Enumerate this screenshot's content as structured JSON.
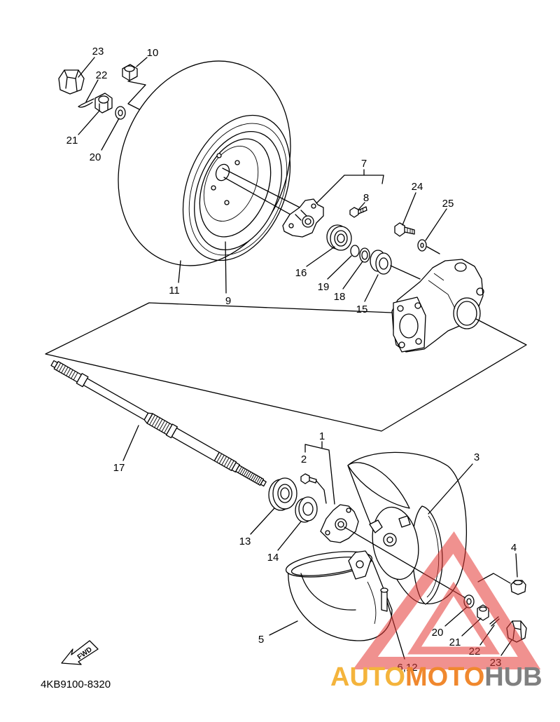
{
  "diagram": {
    "code": "4KB9100-8320",
    "fwd": "FWD"
  },
  "callouts": {
    "top": {
      "c23": "23",
      "c10": "10",
      "c22": "22",
      "c21": "21",
      "c20": "20",
      "c7": "7",
      "c8": "8",
      "c24": "24",
      "c25": "25",
      "c16": "16",
      "c19": "19",
      "c18": "18",
      "c15": "15",
      "c11": "11",
      "c9": "9"
    },
    "bottom": {
      "c1": "1",
      "c2": "2",
      "c3": "3",
      "c17": "17",
      "c13": "13",
      "c14": "14",
      "c4": "4",
      "c20": "20",
      "c21": "21",
      "c22": "22",
      "c23": "23",
      "c5": "5",
      "c6_12": "6,12"
    }
  },
  "watermark": {
    "part1": "AUTO",
    "part2": "MOTO",
    "part3": "HUB"
  },
  "colors": {
    "line": "#000000",
    "background": "#ffffff",
    "watermark_triangle": "#e53935",
    "watermark_auto": "#f4b43c",
    "watermark_moto": "#f0882e",
    "watermark_hub": "#808080"
  }
}
